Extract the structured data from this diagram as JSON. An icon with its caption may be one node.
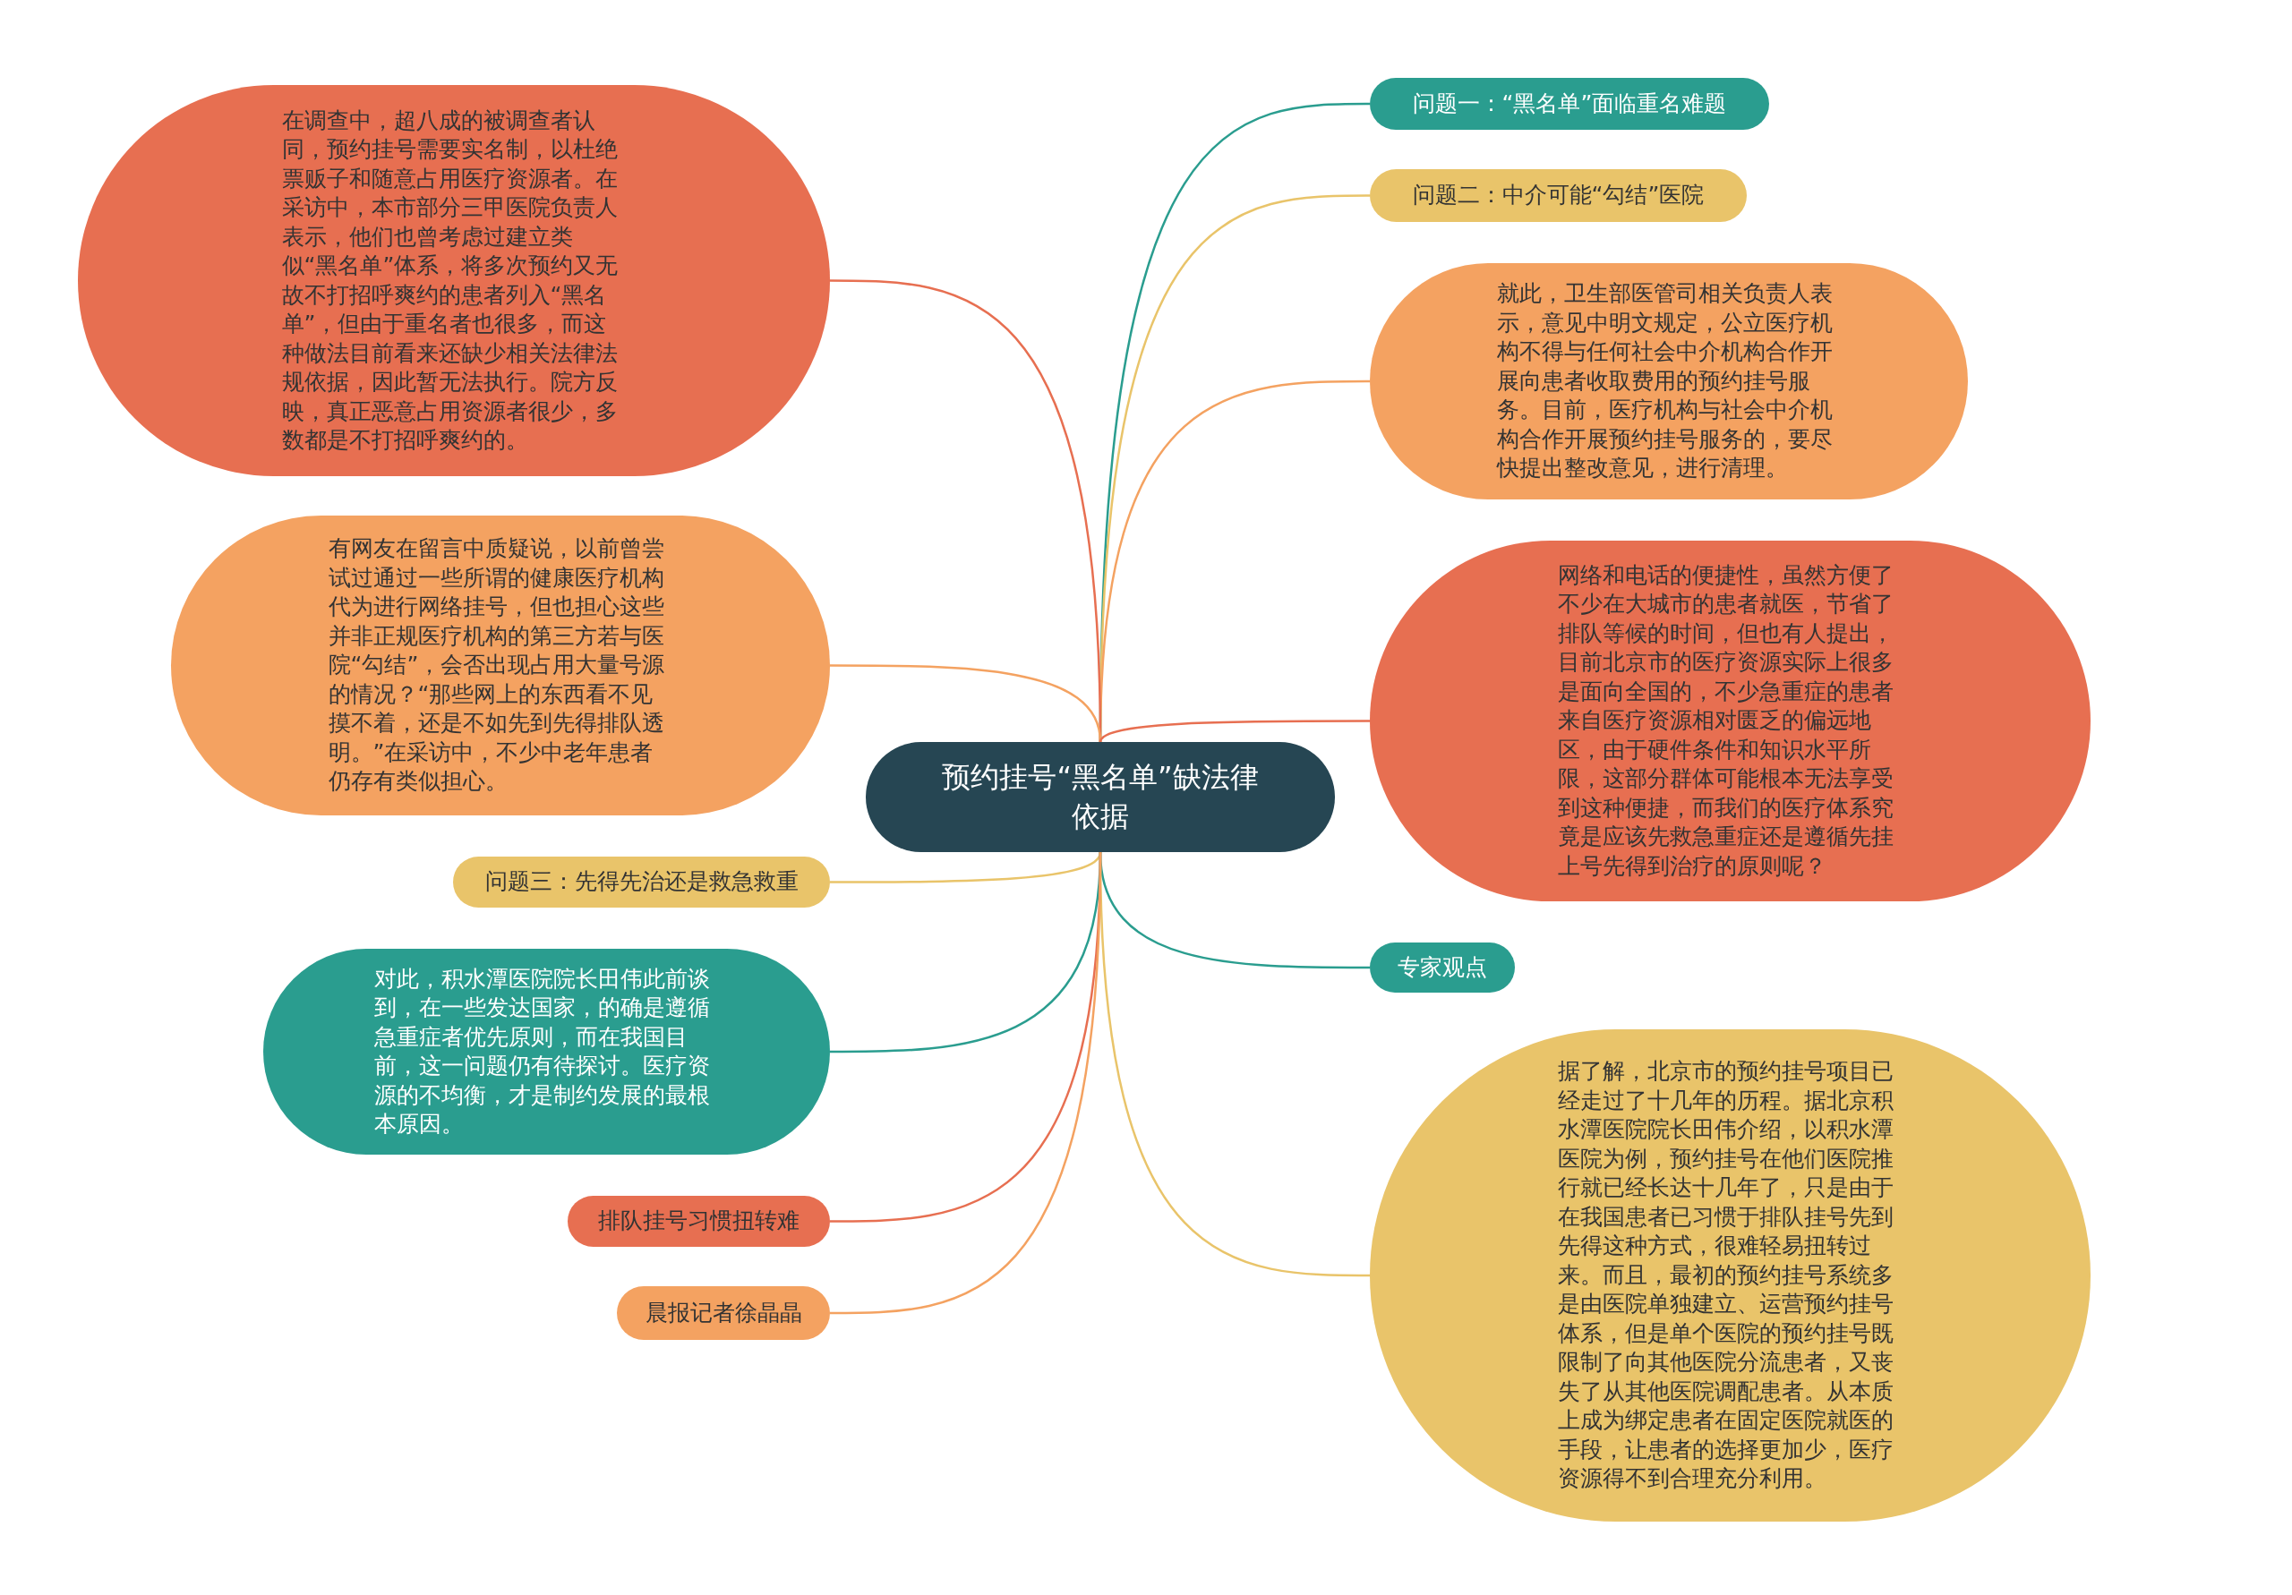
{
  "diagram": {
    "nodes": [
      {
        "text": [
          "预约挂号“黑名单”缺法律依据"
        ]
      },
      {
        "text": [
          "问题一：“黑名单”面临重名难题"
        ]
      },
      {
        "text": [
          "问题二：中介可能“勾结”医院"
        ]
      },
      {
        "text": [
          "就此，卫生部医管司相关负责人表示，意见中明文规定，公立医疗机构不得与任何社会中介机构合作开展向患者收取费用的预约挂号服务。目前，医疗机构与社会中介机构合作开展预约挂号服务的，要尽快提出整改意见，进行清理。"
        ]
      },
      {
        "text": [
          "在调查中，超八成的被调查者认同，预约挂号需要实名制，以杜绝票贩子和随意占用医疗资源者。在采访中，本市部分三甲医院负责人表示，他们也曾考虑过建立类似“黑名单”体系，将多次预约又无故不打招呼爽约的患者列入“黑名单”，但由于重名者也很多，而这种做法目前看来还缺少相关法律法规依据，因此暂无法执行。院方反映，真正恶意占用资源者很少，多数都是不打招呼爽约的。"
        ]
      },
      {
        "text": [
          "有网友在留言中质疑说，以前曾尝试过通过一些所谓的健康医疗机构代为进行网络挂号，但也担心这些并非正规医疗机构的第三方若与医院“勾结”，会否出现占用大量号源的情况？“那些网上的东西看不见摸不着，还是不如先到先得排队透明。”在采访中，不少中老年患者仍存有类似担心。"
        ]
      },
      {
        "text": [
          "网络和电话的便捷性，虽然方便了不少在大城市的患者就医，节省了排队等候的时间，但也有人提出，目前北京市的医疗资源实际上很多是面向全国的，不少急重症的患者来自医疗资源相对匮乏的偏远地区，由于硬件条件和知识水平所限，这部分群体可能根本无法享受到这种便捷，而我们的医疗体系究竟是应该先救急重症还是遵循先挂上号先得到治疗的原则呢？"
        ]
      },
      {
        "text": [
          "问题三：先得先治还是救急救重"
        ]
      },
      {
        "text": [
          "专家观点"
        ]
      },
      {
        "text": [
          "对此，积水潭医院院长田伟此前谈到，在一些发达国家，的确是遵循急重症者优先原则，而在我国目前，这一问题仍有待探讨。医疗资源的不均衡，才是制约发展的最根本原因。"
        ]
      },
      {
        "text": [
          "据了解，北京市的预约挂号项目已经走过了十几年的历程。据北京积水潭医院院长田伟介绍，以积水潭医院为例，预约挂号在他们医院推行就已经长达十几年了，只是由于在我国患者已习惯于排队挂号先到先得这种方式，很难轻易扭转过来。而且，最初的预约挂号系统多是由医院单独建立、运营预约挂号体系，但是单个医院的预约挂号既限制了向其他医院分流患者，又丧失了从其他医院调配患者。从本质上成为绑定患者在固定医院就医的手段，让患者的选择更加少，医疗资源得不到合理充分利用。"
        ]
      },
      {
        "text": [
          "排队挂号习惯扭转难"
        ]
      },
      {
        "text": [
          "晨报记者徐晶晶"
        ]
      }
    ],
    "edges": [
      {
        "from": 0,
        "to": 1,
        "arrow": "none",
        "color": "#2a9d8f"
      },
      {
        "from": 0,
        "to": 2,
        "arrow": "none",
        "color": "#e9c46a"
      },
      {
        "from": 0,
        "to": 3,
        "arrow": "none",
        "color": "#f4a261"
      },
      {
        "from": 0,
        "to": 4,
        "arrow": "none",
        "color": "#e76f51"
      },
      {
        "from": 0,
        "to": 5,
        "arrow": "none",
        "color": "#f4a261"
      },
      {
        "from": 0,
        "to": 6,
        "arrow": "none",
        "color": "#e76f51"
      },
      {
        "from": 0,
        "to": 7,
        "arrow": "none",
        "color": "#e9c46a"
      },
      {
        "from": 0,
        "to": 8,
        "arrow": "none",
        "color": "#2a9d8f"
      },
      {
        "from": 0,
        "to": 9,
        "arrow": "none",
        "color": "#2a9d8f"
      },
      {
        "from": 0,
        "to": 10,
        "arrow": "none",
        "color": "#e9c46a"
      },
      {
        "from": 0,
        "to": 11,
        "arrow": "none",
        "color": "#e76f51"
      },
      {
        "from": 0,
        "to": 12,
        "arrow": "none",
        "color": "#f4a261"
      }
    ]
  }
}
